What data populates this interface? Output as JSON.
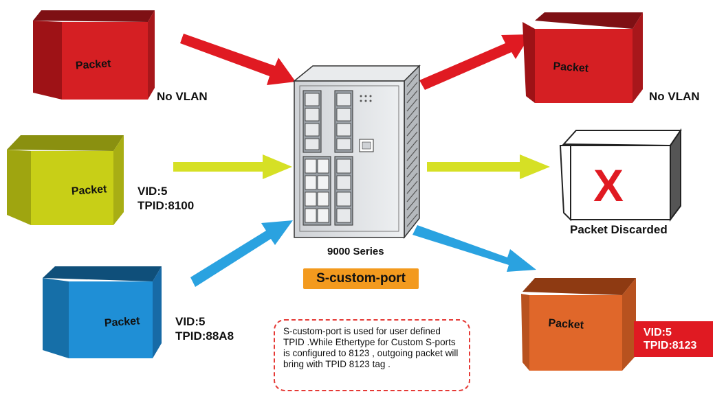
{
  "boxes": {
    "top_left": {
      "label": "Packet",
      "color": "#d51f23",
      "caption": "No VLAN"
    },
    "mid_left": {
      "label": "Packet",
      "color": "#c8cf17",
      "caption_line1": "VID:5",
      "caption_line2": "TPID:8100"
    },
    "bot_left": {
      "label": "Packet",
      "color": "#1f8fd6",
      "caption_line1": "VID:5",
      "caption_line2": "TPID:88A8"
    },
    "top_right": {
      "label": "Packet",
      "color": "#d51f23",
      "caption": "No VLAN"
    },
    "mid_right": {
      "mark": "X",
      "color": "#ffffff",
      "mark_color": "#e01a22",
      "caption": "Packet Discarded"
    },
    "bot_right": {
      "label": "Packet",
      "color": "#e0672a",
      "tag_line1": "VID:5",
      "tag_line2": "TPID:8123",
      "tag_color": "#e01a22"
    }
  },
  "device": {
    "name": "9000 Series",
    "badge": "S-custom-port",
    "badge_color": "#f39a1e"
  },
  "arrows": {
    "red": "#e01a22",
    "yellow": "#d6e025",
    "blue": "#2aa2e0"
  },
  "note": {
    "text": "S-custom-port is used for user defined TPID  .While Ethertype for Custom S-ports is configured to 8123 , outgoing packet will bring with TPID 8123 tag ."
  }
}
